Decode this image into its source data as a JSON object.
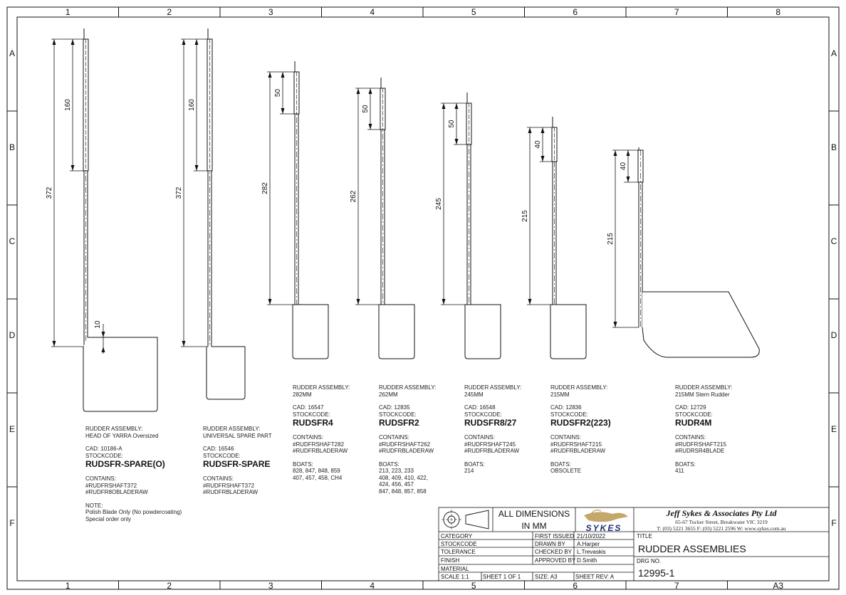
{
  "sheet": {
    "columns": [
      "1",
      "2",
      "3",
      "4",
      "5",
      "6",
      "7",
      "8"
    ],
    "bottom_columns": [
      "1",
      "2",
      "3",
      "4",
      "5",
      "6",
      "7",
      "A3"
    ],
    "rows": [
      "A",
      "B",
      "C",
      "D",
      "E",
      "F"
    ]
  },
  "assemblies": [
    {
      "id": "spare-o",
      "dims": [
        "372",
        "160",
        "10"
      ],
      "title": "RUDDER ASSEMBLY:",
      "desc": "HEAD OF YARRA Oversized",
      "cad": "CAD: 10186-A",
      "stock_label": "STOCKCODE:",
      "code": "RUDSFR-SPARE(O)",
      "contains_label": "CONTAINS:",
      "contains": [
        "#RUDFRSHAFT372",
        "#RUDFR8OBLADERAW"
      ],
      "note_label": "NOTE:",
      "note": [
        "Polish Blade Only (No powdercoating)",
        "Special order only"
      ]
    },
    {
      "id": "spare",
      "dims": [
        "372",
        "160"
      ],
      "title": "RUDDER ASSEMBLY:",
      "desc": "UNIVERSAL SPARE PART",
      "cad": "CAD: 16546",
      "stock_label": "STOCKCODE:",
      "code": "RUDSFR-SPARE",
      "contains_label": "CONTAINS:",
      "contains": [
        "#RUDFRSHAFT372",
        "#RUDFRBLADERAW"
      ]
    },
    {
      "id": "fr4",
      "dims": [
        "282",
        "50"
      ],
      "title": "RUDDER ASSEMBLY:",
      "desc": "282MM",
      "cad": "CAD: 16547",
      "stock_label": "STOCKCODE:",
      "code": "RUDSFR4",
      "contains_label": "CONTAINS:",
      "contains": [
        "#RUDFRSHAFT282",
        "#RUDFRBLADERAW"
      ],
      "boats_label": "BOATS:",
      "boats": [
        "828, 847, 848, 859",
        "407, 457, 458, CH4"
      ]
    },
    {
      "id": "fr2",
      "dims": [
        "262",
        "50"
      ],
      "title": "RUDDER ASSEMBLY:",
      "desc": "262MM",
      "cad": "CAD: 12835",
      "stock_label": "STOCKCODE:",
      "code": "RUDSFR2",
      "contains_label": "CONTAINS:",
      "contains": [
        "#RUDFRSHAFT262",
        "#RUDFRBLADERAW"
      ],
      "boats_label": "BOATS:",
      "boats": [
        "213, 223, 233",
        "408, 409, 410, 422,",
        "424, 456, 457",
        "847, 848, 857, 858"
      ]
    },
    {
      "id": "fr827",
      "dims": [
        "245",
        "50"
      ],
      "title": "RUDDER ASSEMBLY:",
      "desc": "245MM",
      "cad": "CAD: 16548",
      "stock_label": "STOCKCODE:",
      "code": "RUDSFR8/27",
      "contains_label": "CONTAINS:",
      "contains": [
        "#RUDFRSHAFT245",
        "#RUDFRBLADERAW"
      ],
      "boats_label": "BOATS:",
      "boats": [
        "214"
      ]
    },
    {
      "id": "fr2-223",
      "dims": [
        "215",
        "40"
      ],
      "title": "RUDDER ASSEMBLY:",
      "desc": "215MM",
      "cad": "CAD: 12836",
      "stock_label": "STOCKCODE:",
      "code": "RUDSFR2(223)",
      "contains_label": "CONTAINS:",
      "contains": [
        "#RUDFRSHAFT215",
        "#RUDFRBLADERAW"
      ],
      "boats_label": "BOATS:",
      "boats": [
        "OBSOLETE"
      ]
    },
    {
      "id": "r4m",
      "dims": [
        "215",
        "40"
      ],
      "title": "RUDDER ASSEMBLY:",
      "desc": "215MM Stern Rudder",
      "cad": "CAD: 12729",
      "stock_label": "STOCKCODE:",
      "code": "RUDR4M",
      "contains_label": "CONTAINS:",
      "contains": [
        "#RUDFRSHAFT215",
        "#RUDRSR4BLADE"
      ],
      "boats_label": "BOATS:",
      "boats": [
        "411"
      ]
    }
  ],
  "title_block": {
    "dimensions_note": "ALL DIMENSIONS IN MM",
    "logo_text": "SYKES",
    "company": "Jeff Sykes & Associates Pty Ltd",
    "address": "65-67 Tucker Street, Breakwater VIC 3219",
    "phone": "T: (03) 5221 3655  F: (03) 5221 2596 W: www.sykes.com.au",
    "left_labels": [
      "CATEGORY",
      "STOCKCODE",
      "TOLERANCE",
      "FINISH",
      "MATERIAL"
    ],
    "scale": "SCALE 1:1",
    "sheet": "SHEET 1 OF 1",
    "size": "SIZE: A3",
    "sheet_rev": "SHEET REV:  A",
    "first_issued_label": "FIRST ISSUED",
    "first_issued": "21/10/2022",
    "drawn_by_label": "DRAWN BY",
    "drawn_by": "A.Harper",
    "checked_by_label": "CHECKED BY",
    "checked_by": "L.Trevaskis",
    "approved_by_label": "APPROVED BY",
    "approved_by": "D.Smith",
    "title_label": "TITLE",
    "title": "RUDDER ASSEMBLIES",
    "drg_label": "DRG NO.",
    "drg_no": "12995-1"
  },
  "colors": {
    "ink": "#111111",
    "logo_gold": "#b08a3a",
    "logo_blue": "#1f2f7a"
  }
}
